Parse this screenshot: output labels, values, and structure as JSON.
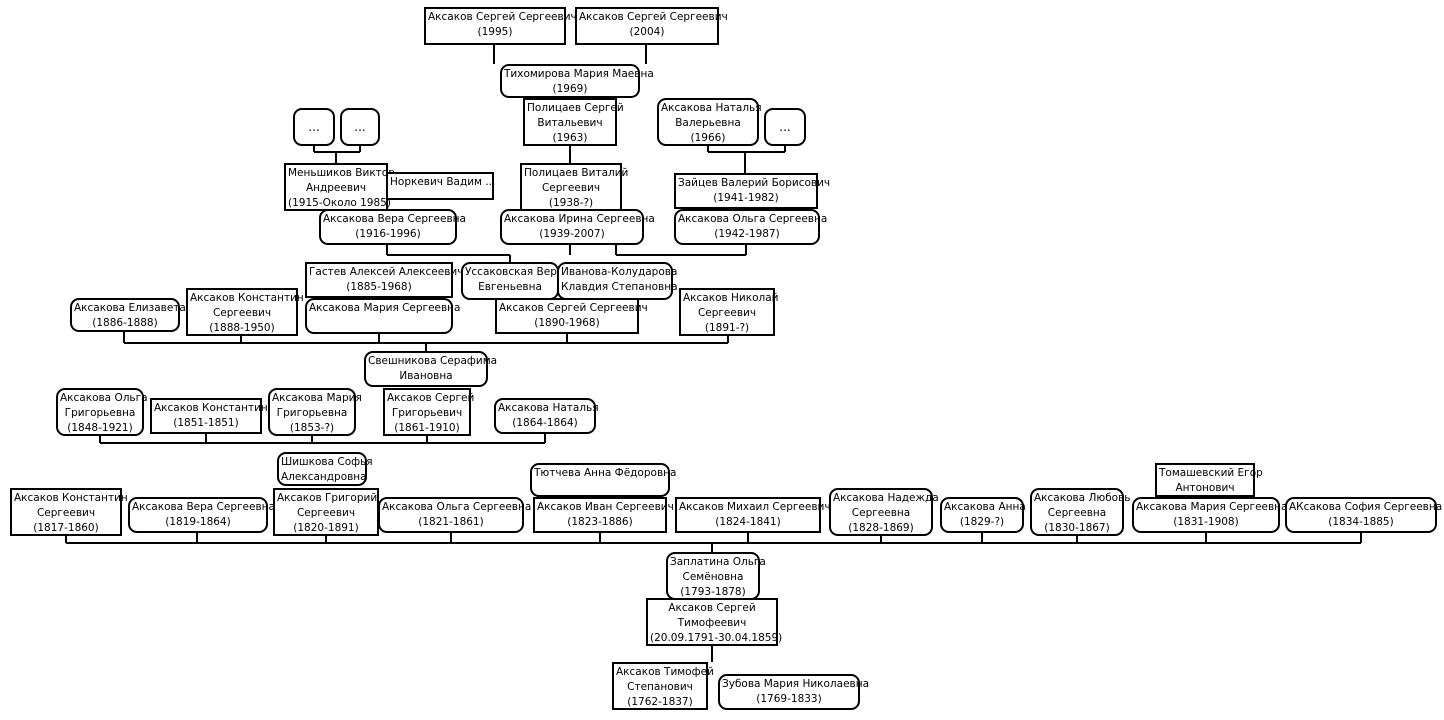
{
  "line_color": "#000000",
  "box_fill": "#ffffff",
  "people": [
    {
      "id": "p1",
      "lines": [
        "Аксаков Сергей Сергеевич",
        "(1995)"
      ],
      "female": false
    },
    {
      "id": "p2",
      "lines": [
        "Аксаков Сергей Сергеевич",
        "(2004)"
      ],
      "female": false
    },
    {
      "id": "p3",
      "lines": [
        "Тихомирова Мария Маевна",
        "(1969)"
      ],
      "female": true
    },
    {
      "id": "p4",
      "lines": [
        "Полицаев Сергей",
        "Витальевич",
        "(1963)"
      ],
      "female": false
    },
    {
      "id": "p5",
      "lines": [
        "Аксакова Наталья",
        "Валерьевна",
        "(1966)"
      ],
      "female": true
    },
    {
      "id": "p6",
      "lines": [
        "..."
      ],
      "female": true,
      "more": true
    },
    {
      "id": "p7",
      "lines": [
        "..."
      ],
      "female": true,
      "more": true
    },
    {
      "id": "p8",
      "lines": [
        "..."
      ],
      "female": true,
      "more": true
    },
    {
      "id": "p9",
      "lines": [
        "Меньшиков Виктор",
        "Андреевич",
        "(1915-Около 1985)"
      ],
      "female": false
    },
    {
      "id": "p10",
      "lines": [
        "Норкевич Вадим ..."
      ],
      "female": false
    },
    {
      "id": "p11",
      "lines": [
        "Полицаев Виталий",
        "Сергеевич",
        "(1938-?)"
      ],
      "female": false
    },
    {
      "id": "p12",
      "lines": [
        "Зайцев Валерий Борисович",
        "(1941-1982)"
      ],
      "female": false
    },
    {
      "id": "p13",
      "lines": [
        "Аксакова Вера Сергеевна",
        "(1916-1996)"
      ],
      "female": true
    },
    {
      "id": "p14",
      "lines": [
        "Аксакова Ирина Сергеевна",
        "(1939-2007)"
      ],
      "female": true
    },
    {
      "id": "p15",
      "lines": [
        "Аксакова Ольга Сергеевна",
        "(1942-1987)"
      ],
      "female": true
    },
    {
      "id": "p16",
      "lines": [
        "Гастев Алексей Алексеевич",
        "(1885-1968)"
      ],
      "female": false
    },
    {
      "id": "p17",
      "lines": [
        "Уссаковская Вера",
        "Евгеньевна"
      ],
      "female": true
    },
    {
      "id": "p18",
      "lines": [
        "Иванова-Колударова",
        "Клавдия Степановна"
      ],
      "female": true
    },
    {
      "id": "p19",
      "lines": [
        "Аксакова Елизавета",
        "(1886-1888)"
      ],
      "female": true
    },
    {
      "id": "p20",
      "lines": [
        "Аксаков Константин",
        "Сергеевич",
        "(1888-1950)"
      ],
      "female": false
    },
    {
      "id": "p21",
      "lines": [
        "Аксакова Мария Сергеевна"
      ],
      "female": true
    },
    {
      "id": "p22",
      "lines": [
        "Аксаков Сергей Сергеевич",
        "(1890-1968)"
      ],
      "female": false
    },
    {
      "id": "p23",
      "lines": [
        "Аксаков Николай",
        "Сергеевич",
        "(1891-?)"
      ],
      "female": false
    },
    {
      "id": "p24",
      "lines": [
        "Свешникова Серафима",
        "Ивановна"
      ],
      "female": true
    },
    {
      "id": "p25",
      "lines": [
        "Аксакова Ольга",
        "Григорьевна",
        "(1848-1921)"
      ],
      "female": true
    },
    {
      "id": "p26",
      "lines": [
        "Аксаков Константин",
        "(1851-1851)"
      ],
      "female": false
    },
    {
      "id": "p27",
      "lines": [
        "Аксакова Мария",
        "Григорьевна",
        "(1853-?)"
      ],
      "female": true
    },
    {
      "id": "p28",
      "lines": [
        "Аксаков Сергей",
        "Григорьевич",
        "(1861-1910)"
      ],
      "female": false
    },
    {
      "id": "p29",
      "lines": [
        "Аксакова Наталья",
        "(1864-1864)"
      ],
      "female": true
    },
    {
      "id": "p30",
      "lines": [
        "Шишкова Софья",
        "Александровна"
      ],
      "female": true
    },
    {
      "id": "p31",
      "lines": [
        "Тютчева Анна Фёдоровна"
      ],
      "female": true
    },
    {
      "id": "p32",
      "lines": [
        "Томашевский Егор",
        "Антонович"
      ],
      "female": false
    },
    {
      "id": "p33",
      "lines": [
        "Аксаков Константин",
        "Сергеевич",
        "(1817-1860)"
      ],
      "female": false
    },
    {
      "id": "p34",
      "lines": [
        "Аксакова Вера Сергеевна",
        "(1819-1864)"
      ],
      "female": true
    },
    {
      "id": "p35",
      "lines": [
        "Аксаков Григорий",
        "Сергеевич",
        "(1820-1891)"
      ],
      "female": false
    },
    {
      "id": "p36",
      "lines": [
        "Аксакова Ольга Сергеевна",
        "(1821-1861)"
      ],
      "female": true
    },
    {
      "id": "p37",
      "lines": [
        "Аксаков Иван Сергеевич",
        "(1823-1886)"
      ],
      "female": false
    },
    {
      "id": "p38",
      "lines": [
        "Аксаков Михаил Сергеевич",
        "(1824-1841)"
      ],
      "female": false
    },
    {
      "id": "p39",
      "lines": [
        "Аксакова Надежда",
        "Сергеевна",
        "(1828-1869)"
      ],
      "female": true
    },
    {
      "id": "p40",
      "lines": [
        "Аксакова Анна",
        "(1829-?)"
      ],
      "female": true
    },
    {
      "id": "p41",
      "lines": [
        "Аксакова Любовь",
        "Сергеевна",
        "(1830-1867)"
      ],
      "female": true
    },
    {
      "id": "p42",
      "lines": [
        "Аксакова Мария Сергеевна",
        "(1831-1908)"
      ],
      "female": true
    },
    {
      "id": "p43",
      "lines": [
        "АКсакова София Сергеевна",
        "(1834-1885)"
      ],
      "female": true
    },
    {
      "id": "p44",
      "lines": [
        "Заплатина Ольга",
        "Семёновна",
        "(1793-1878)"
      ],
      "female": true
    },
    {
      "id": "p45",
      "lines": [
        "Аксаков Сергей",
        "Тимофеевич",
        "(20.09.1791-30.04.1859)"
      ],
      "female": false
    },
    {
      "id": "p46",
      "lines": [
        "Аксаков Тимофей",
        "Степанович",
        "(1762-1837)"
      ],
      "female": false
    },
    {
      "id": "p47",
      "lines": [
        "Зубова Мария Николаевна",
        "(1769-1833)"
      ],
      "female": true
    }
  ]
}
